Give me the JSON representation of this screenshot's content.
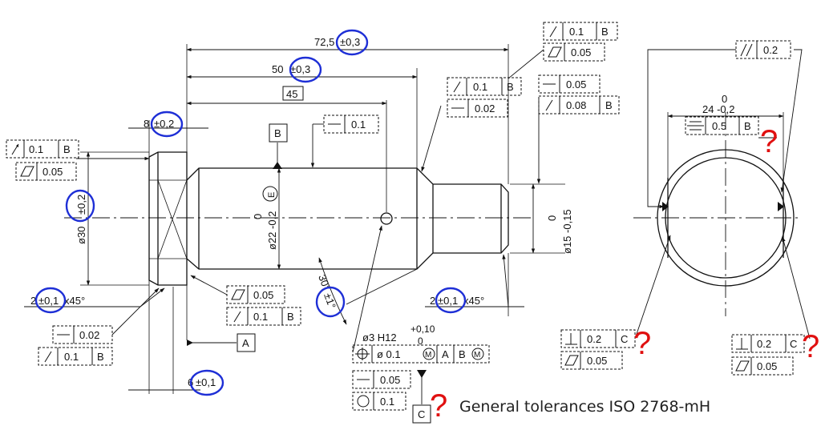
{
  "colors": {
    "line": "#111111",
    "circle": "#1e2fd6",
    "question": "#e01010"
  },
  "dimensions": {
    "overall_length": "72,5",
    "overall_tol": "±0,3",
    "length_50": "50",
    "length_50_tol": "±0,3",
    "basic_45": "45",
    "head_width": "8",
    "head_width_tol": "±0,2",
    "head_diameter": "ø30",
    "head_diameter_tol": "±0,2",
    "chamfer_left_value": "2",
    "chamfer_left_tol": "±0,1",
    "chamfer_left_angle": "x45°",
    "chamfer_right_value": "2",
    "chamfer_right_tol": "±0,1",
    "chamfer_right_angle": "x45°",
    "shank_diameter_upper": "0",
    "shank_diameter": "ø22 -0,2",
    "envelope_symbol": "E",
    "end_diameter_upper": "0",
    "end_diameter": "ø15 -0,15",
    "angle_value": "30°",
    "angle_tol": "±1°",
    "length_6": "6",
    "length_6_tol": "±0,1",
    "hole_callout": "ø3 H12",
    "hole_upper": "+0,10",
    "hole_lower": "0",
    "width_24_upper": "0",
    "width_24": "24 -0,2"
  },
  "datums": {
    "a": "A",
    "b": "B",
    "c": "C"
  },
  "frames": {
    "head_runout_value": "0.1",
    "head_runout_datum": "B",
    "head_flatness_value": "0.05",
    "face_flatness_value": "0.05",
    "face_runout_value": "0.1",
    "face_runout_datum": "B",
    "head_bottom_straightness_value": "0.02",
    "head_bottom_runout_value": "0.1",
    "head_bottom_runout_datum": "B",
    "shank_straightness_value": "0.1",
    "taper_runout_value": "0.1",
    "taper_runout_datum": "B",
    "taper_straightness_value": "0.02",
    "top_runout_value": "0.1",
    "top_runout_datum": "B",
    "top_flatness_value": "0.05",
    "end_straightness_value": "0.05",
    "end_runout_value": "0.08",
    "end_runout_datum": "B",
    "hole_position_diameter": "ø 0.1",
    "hole_mmc": "M",
    "hole_datum_a": "A",
    "hole_datum_b": "B",
    "hole_datum_b_mmc": "M",
    "hole_straightness_value": "0.05",
    "hole_circularity_value": "0.1",
    "parallel_value": "0.2",
    "symmetry_value": "0.5",
    "symmetry_datum": "B",
    "perp_left_value": "0.2",
    "perp_left_datum": "C",
    "perp_left_flatness_value": "0.05",
    "perp_right_value": "0.2",
    "perp_right_datum": "C",
    "perp_right_flatness_value": "0.05"
  },
  "question_mark": "?",
  "general_tolerances": "General tolerances ISO 2768-mH"
}
